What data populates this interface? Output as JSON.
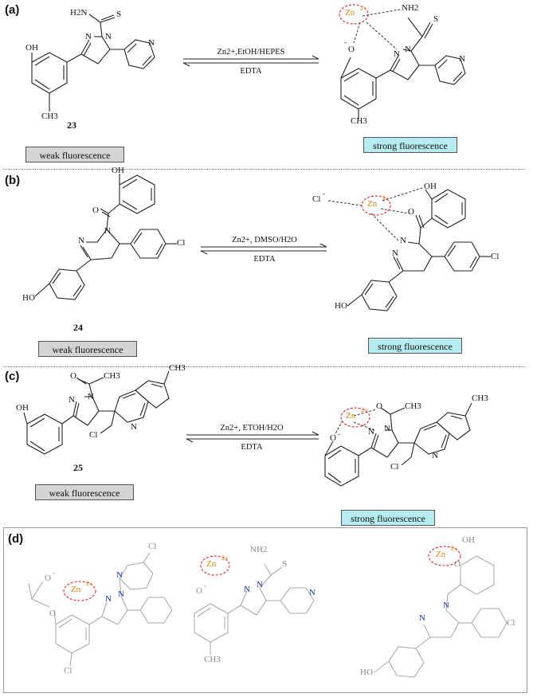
{
  "panels": {
    "a": {
      "label": "(a)",
      "compound": "23",
      "condition_top": "Zn2+,EtOH/HEPES",
      "condition_bottom": "EDTA",
      "weak": "weak fluorescence",
      "strong": "strong fluorescence"
    },
    "b": {
      "label": "(b)",
      "compound": "24",
      "condition_top": "Zn2+, DMSO/H2O",
      "condition_bottom": "EDTA",
      "weak": "weak fluorescence",
      "strong": "strong fluorescence"
    },
    "c": {
      "label": "(c)",
      "compound": "25",
      "condition_top": "Zn2+, ETOH/H2O",
      "condition_bottom": "EDTA",
      "weak": "weak fluorescence",
      "strong": "strong fluorescence"
    },
    "d": {
      "label": "(d)"
    }
  },
  "atoms": {
    "zn": "Zn",
    "charge2": "2+",
    "oh": "OH",
    "ho": "HO",
    "o": "O",
    "n": "N",
    "s": "S",
    "cl": "Cl",
    "h2n": "H2N",
    "nh2": "NH2",
    "ch3": "CH3",
    "minus": "-"
  },
  "colors": {
    "zn_text": "#d4860b",
    "zn_ring": "#e8202a",
    "n_blue": "#1a2fa8",
    "weak_fill": "#d4d4d4",
    "strong_fill": "#b6ecef"
  }
}
